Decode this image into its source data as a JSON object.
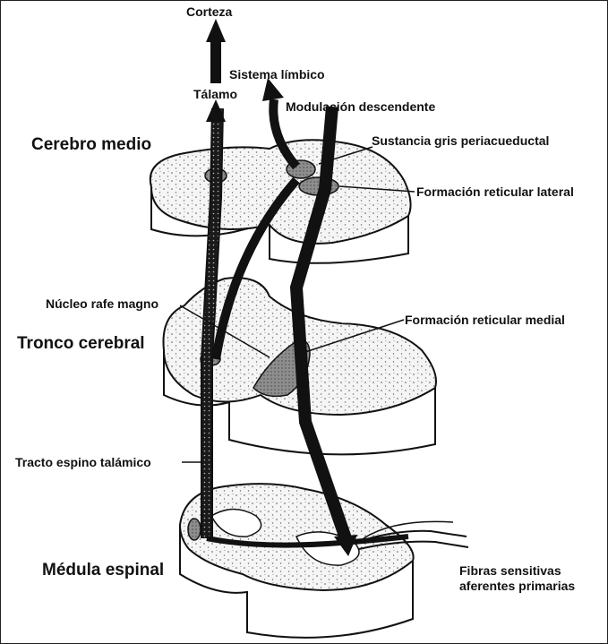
{
  "labels": {
    "corteza": "Corteza",
    "sistema_limbico": "Sistema límbico",
    "talamo": "Tálamo",
    "modulacion_descendente": "Modulación descendente",
    "cerebro_medio": "Cerebro medio",
    "sustancia_gris": "Sustancia gris periacueductal",
    "formacion_reticular_lateral": "Formación reticular lateral",
    "nucleo_rafe_magno": "Núcleo rafe magno",
    "formacion_reticular_medial": "Formación reticular medial",
    "tronco_cerebral": "Tronco cerebral",
    "tracto_espino_talamico": "Tracto espino talámico",
    "medula_espinal": "Médula espinal",
    "fibras_line1": "Fibras sensitivas",
    "fibras_line2": "aferentes primarias"
  },
  "colors": {
    "ink": "#111111",
    "tissue_fill": "#f4f4f4",
    "nucleus_fill": "#9a9a9a",
    "background": "#ffffff"
  }
}
